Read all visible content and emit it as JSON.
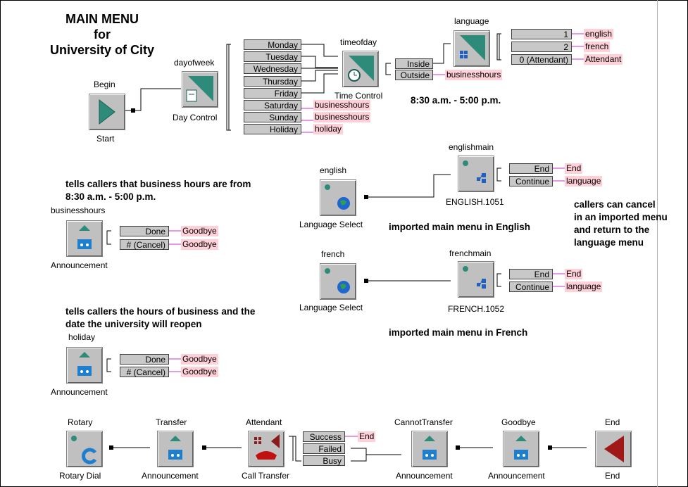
{
  "title": {
    "line1": "MAIN MENU",
    "line2": "for",
    "line3": "University of City"
  },
  "notes": {
    "hours": "8:30 a.m. - 5:00 p.m.",
    "bh1": "tells callers that business hours are from",
    "bh2": "8:30 a.m. - 5:00 p.m.",
    "hol1": "tells callers the hours of business and the",
    "hol2": "date the university will reopen",
    "cancel1": "callers can cancel",
    "cancel2": "in an imported menu",
    "cancel3": "and return to the",
    "cancel4": "language menu",
    "imp_en": "imported main menu in English",
    "imp_fr": "imported main menu in French"
  },
  "nodes": {
    "begin": {
      "name": "Begin",
      "type": "Start"
    },
    "dayofweek": {
      "name": "dayofweek",
      "type": "Day Control"
    },
    "timeofday": {
      "name": "timeofday",
      "type": "Time Control"
    },
    "language": {
      "name": "language",
      "type": ""
    },
    "english": {
      "name": "english",
      "type": "Language Select"
    },
    "englishmain": {
      "name": "englishmain",
      "type": "ENGLISH.1051"
    },
    "french": {
      "name": "french",
      "type": "Language Select"
    },
    "frenchmain": {
      "name": "frenchmain",
      "type": "FRENCH.1052"
    },
    "businesshours": {
      "name": "businesshours",
      "type": "Announcement"
    },
    "holiday": {
      "name": "holiday",
      "type": "Announcement"
    },
    "rotary": {
      "name": "Rotary",
      "type": "Rotary Dial"
    },
    "transfer": {
      "name": "Transfer",
      "type": "Announcement"
    },
    "attendant": {
      "name": "Attendant",
      "type": "Call Transfer"
    },
    "cannottransfer": {
      "name": "CannotTransfer",
      "type": "Announcement"
    },
    "goodbye": {
      "name": "Goodbye",
      "type": "Announcement"
    },
    "end": {
      "name": "End",
      "type": "End"
    }
  },
  "days": [
    {
      "label": "Monday",
      "target": ""
    },
    {
      "label": "Tuesday",
      "target": ""
    },
    {
      "label": "Wednesday",
      "target": ""
    },
    {
      "label": "Thursday",
      "target": ""
    },
    {
      "label": "Friday",
      "target": ""
    },
    {
      "label": "Saturday",
      "target": "businesshours"
    },
    {
      "label": "Sunday",
      "target": "businesshours"
    },
    {
      "label": "Holiday",
      "target": "holiday"
    }
  ],
  "time_opts": [
    {
      "label": "Inside",
      "target": ""
    },
    {
      "label": "Outside",
      "target": "businesshours"
    }
  ],
  "lang_opts": [
    {
      "label": "1",
      "target": "english"
    },
    {
      "label": "2",
      "target": "french"
    },
    {
      "label": "0 (Attendant)",
      "target": "Attendant"
    }
  ],
  "en_opts": [
    {
      "label": "End",
      "target": "End"
    },
    {
      "label": "Continue",
      "target": "language"
    }
  ],
  "fr_opts": [
    {
      "label": "End",
      "target": "End"
    },
    {
      "label": "Continue",
      "target": "language"
    }
  ],
  "bh_opts": [
    {
      "label": "Done",
      "target": "Goodbye"
    },
    {
      "label": "# (Cancel)",
      "target": "Goodbye"
    }
  ],
  "hol_opts": [
    {
      "label": "Done",
      "target": "Goodbye"
    },
    {
      "label": "# (Cancel)",
      "target": "Goodbye"
    }
  ],
  "att_opts": [
    {
      "label": "Success",
      "target": "End"
    },
    {
      "label": "Failed",
      "target": ""
    },
    {
      "label": "Busy",
      "target": ""
    }
  ],
  "colors": {
    "link": "#cc33cc",
    "target_bg": "#ffd0d8",
    "node_teal": "#2e8b7a",
    "node_dark": "#1a5e52"
  }
}
